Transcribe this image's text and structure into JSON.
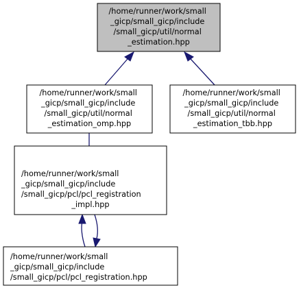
{
  "diagram": {
    "nodes": [
      {
        "id": "normal_estimation",
        "highlighted": true,
        "lines": [
          "/home/runner/work/small",
          "_gicp/small_gicp/include",
          "/small_gicp/util/normal",
          "_estimation.hpp"
        ]
      },
      {
        "id": "normal_estimation_omp",
        "highlighted": false,
        "lines": [
          "/home/runner/work/small",
          "_gicp/small_gicp/include",
          "/small_gicp/util/normal",
          "_estimation_omp.hpp"
        ]
      },
      {
        "id": "normal_estimation_tbb",
        "highlighted": false,
        "lines": [
          "/home/runner/work/small",
          "_gicp/small_gicp/include",
          "/small_gicp/util/normal",
          "_estimation_tbb.hpp"
        ]
      },
      {
        "id": "pcl_registration_impl",
        "highlighted": false,
        "lines": [
          "/home/runner/work/small",
          "_gicp/small_gicp/include",
          "/small_gicp/pcl/pcl_registration",
          "_impl.hpp"
        ]
      },
      {
        "id": "pcl_registration",
        "highlighted": false,
        "lines": [
          "/home/runner/work/small",
          "_gicp/small_gicp/include",
          "/small_gicp/pcl/pcl_registration.hpp"
        ]
      }
    ],
    "edges": [
      {
        "from": "normal_estimation_omp",
        "to": "normal_estimation"
      },
      {
        "from": "normal_estimation_tbb",
        "to": "normal_estimation"
      },
      {
        "from": "pcl_registration_impl",
        "to": "normal_estimation_omp"
      },
      {
        "from": "pcl_registration",
        "to": "pcl_registration_impl"
      },
      {
        "from": "pcl_registration_impl",
        "to": "pcl_registration"
      }
    ],
    "colors": {
      "highlight_fill": "#bfbfbf",
      "node_fill": "#ffffff",
      "border": "#000000",
      "edge": "#191970"
    }
  }
}
